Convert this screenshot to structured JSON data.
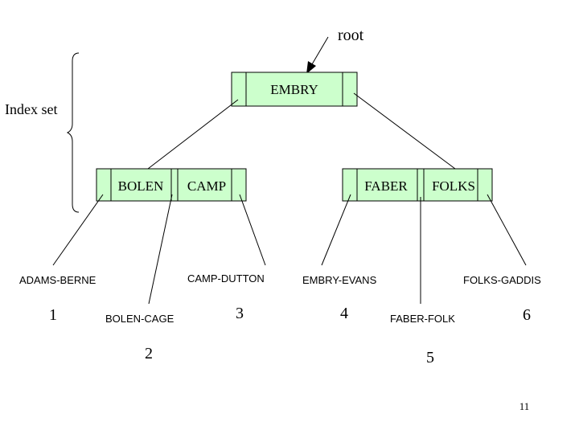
{
  "labels": {
    "root": "root",
    "index_set": "Index set",
    "page_number": "11"
  },
  "index_nodes": {
    "root": {
      "keys": [
        "EMBRY"
      ]
    },
    "left": {
      "keys": [
        "BOLEN",
        "CAMP"
      ]
    },
    "right": {
      "keys": [
        "FABER",
        "FOLKS"
      ]
    }
  },
  "sequence_set": [
    {
      "range": "ADAMS-BERNE",
      "block": "1"
    },
    {
      "range": "BOLEN-CAGE",
      "block": "2"
    },
    {
      "range": "CAMP-DUTTON",
      "block": "3"
    },
    {
      "range": "EMBRY-EVANS",
      "block": "4"
    },
    {
      "range": "FABER-FOLK",
      "block": "5"
    },
    {
      "range": "FOLKS-GADDIS",
      "block": "6"
    }
  ],
  "colors": {
    "node_fill": "#ccffcc",
    "line": "#000000"
  }
}
